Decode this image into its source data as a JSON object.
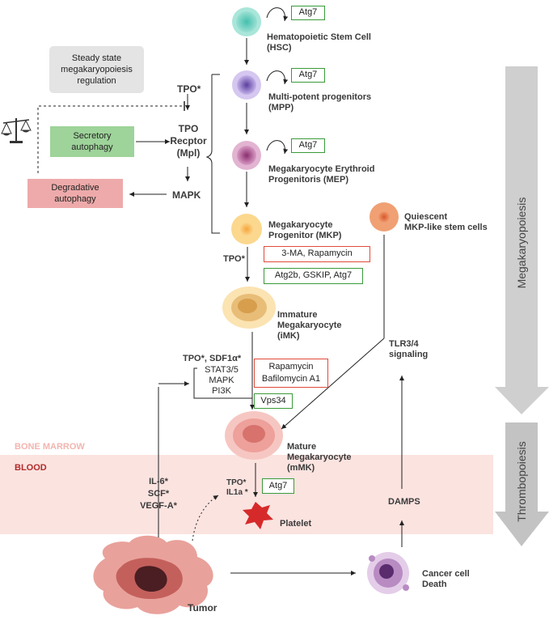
{
  "cells": {
    "hsc": {
      "label": "Hematopoietic Stem Cell\n(HSC)",
      "tag": "Atg7"
    },
    "mpp": {
      "label": "Multi-potent progenitors\n(MPP)",
      "tag": "Atg7"
    },
    "mep": {
      "label": "Megakaryocyte Erythroid\nProgenitoris (MEP)",
      "tag": "Atg7"
    },
    "mkp": {
      "label": "Megakaryocyte\nProgenitor (MKP)",
      "red_box": "3-MA, Rapamycin",
      "green_box": "Atg2b, GSKIP, Atg7",
      "tpo": "TPO*"
    },
    "quiescent": {
      "label": "Quiescent\nMKP-like stem cells"
    },
    "imk": {
      "label": "Immature\nMegakaryocyte\n(iMK)",
      "red_box": "Rapamycin\nBafilomycin A1",
      "green_box": "Vps34"
    },
    "mmk": {
      "label": "Mature\nMegakaryocyte\n(mMK)",
      "green_box": "Atg7",
      "factors": "TPO*\nIL1a *"
    },
    "platelet": {
      "label": "Platelet"
    },
    "tumor": {
      "label": "Tumor"
    },
    "cancer_death": {
      "label": "Cancer cell\nDeath"
    }
  },
  "regulation": {
    "title": "Steady state\nmegakaryopoiesis\nregulation",
    "tpo": "TPO*",
    "receptor": "TPO\nRecptor\n(Mpl)",
    "mapk": "MAPK",
    "secretory": "Secretory\nautophagy",
    "degradative": "Degradative\nautophagy"
  },
  "signaling": {
    "tpo_sdf": "TPO*, SDF1α*",
    "pathways": "STAT3/5\nMAPK\nPI3K",
    "tlr": "TLR3/4\nsignaling",
    "damps": "DAMPS",
    "cytokines": "IL-6*\nSCF*\nVEGF-A*"
  },
  "regions": {
    "bone_marrow": "BONE MARROW",
    "blood": "BLOOD",
    "megakaryopoiesis": "Megakaryopoiesis",
    "thrombopoiesis": "Thrombopoiesis"
  },
  "colors": {
    "blood_band": "#fbe3e0",
    "arrow_gray": "#c9c9c9",
    "green": "#3a9a3a",
    "red": "#e04a3a",
    "secretory_fill": "#9ed39a",
    "degradative_fill": "#eeaaaa",
    "steady_fill": "#e4e4e4"
  }
}
